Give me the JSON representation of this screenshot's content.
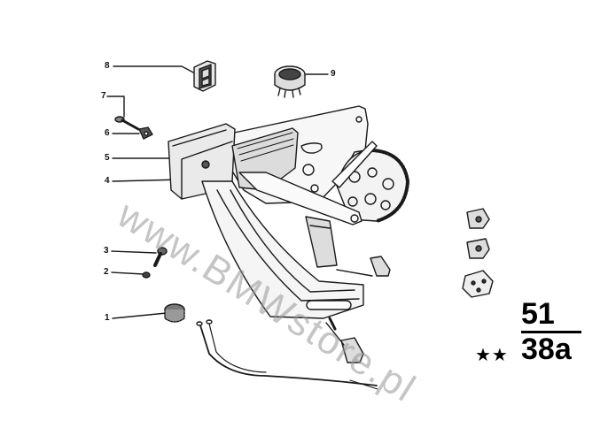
{
  "diagram": {
    "callouts": [
      {
        "number": "8"
      },
      {
        "number": "9"
      },
      {
        "number": "7"
      },
      {
        "number": "6"
      },
      {
        "number": "5"
      },
      {
        "number": "4"
      },
      {
        "number": "3"
      },
      {
        "number": "2"
      },
      {
        "number": "1"
      }
    ],
    "group_number": "51",
    "page_number": "38a",
    "stars": "★★",
    "watermark": "www.BMWstore.pl",
    "line_color": "#1a1a1a"
  }
}
